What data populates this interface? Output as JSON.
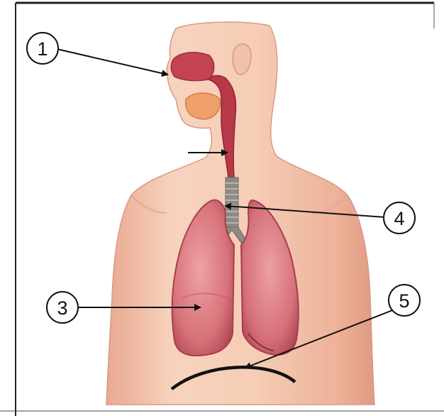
{
  "figure": {
    "callouts": [
      {
        "id": "1",
        "label": "1"
      },
      {
        "id": "3",
        "label": "3"
      },
      {
        "id": "4",
        "label": "4"
      },
      {
        "id": "5",
        "label": "5"
      }
    ]
  },
  "colors": {
    "skin": "#f3c4ad",
    "skin_shadow": "#d99a84",
    "airway": "#b83a48",
    "lung": "#d8787f",
    "tongue": "#f0a36a",
    "trachea": "#8f8a86",
    "arrow": "#111111",
    "frame": "#222222"
  }
}
